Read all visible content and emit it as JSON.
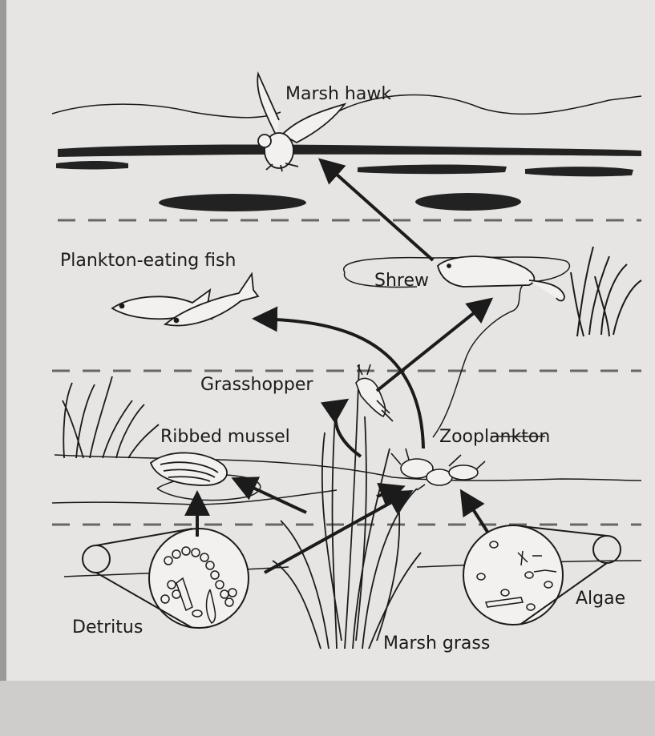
{
  "organisms": {
    "marsh_hawk": "Marsh hawk",
    "plankton_eating_fish": "Plankton-eating fish",
    "shrew": "Shrew",
    "grasshopper": "Grasshopper",
    "ribbed_mussel": "Ribbed mussel",
    "zooplankton": "Zooplankton",
    "detritus": "Detritus",
    "algae": "Algae",
    "marsh_grass": "Marsh grass"
  },
  "food_links": [
    {
      "from": "Shrew",
      "to": "Marsh hawk"
    },
    {
      "from": "Zooplankton",
      "to": "Plankton-eating fish"
    },
    {
      "from": "Grasshopper",
      "to": "Shrew"
    },
    {
      "from": "Marsh grass",
      "to": "Grasshopper"
    },
    {
      "from": "Marsh grass",
      "to": "Ribbed mussel"
    },
    {
      "from": "Marsh grass",
      "to": "Zooplankton"
    },
    {
      "from": "Detritus",
      "to": "Ribbed mussel"
    },
    {
      "from": "Detritus",
      "to": "Zooplankton"
    },
    {
      "from": "Algae",
      "to": "Zooplankton"
    }
  ],
  "colors": {
    "ink": "#1b1b1b",
    "paper": "#e7e5e3",
    "background": "#9c9a98"
  }
}
